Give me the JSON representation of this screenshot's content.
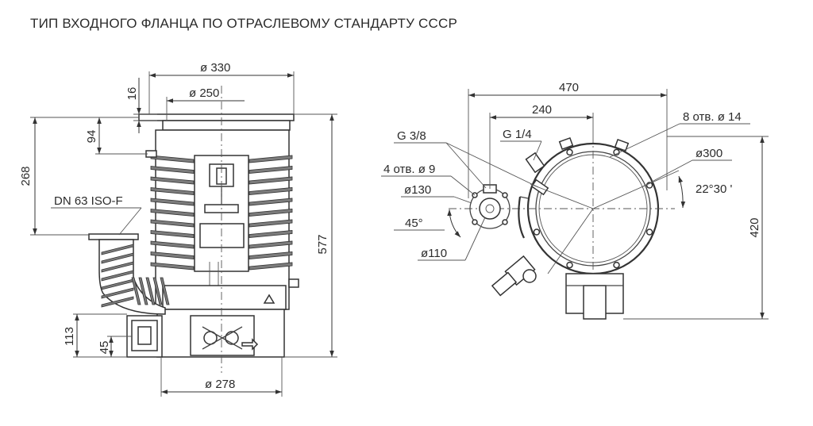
{
  "title": "ТИП ВХОДНОГО ФЛАНЦА ПО ОТРАСЛЕВОМУ СТАНДАРТУ СССР",
  "dimensions": {
    "d330": "ø 330",
    "d250": "ø 250",
    "h16": "16",
    "h94": "94",
    "h268": "268",
    "flange_dn": "DN 63 ISO-F",
    "h577": "577",
    "h113": "113",
    "h45": "45",
    "d278": "ø 278",
    "w470": "470",
    "w240": "240",
    "g38": "G 3/8",
    "g14": "G 1/4",
    "holes8": "8 отв. ø 14",
    "d300": "ø300",
    "holes4": "4 отв. ø 9",
    "d130": "ø130",
    "angle2230": "22°30 '",
    "angle45": "45°",
    "d110": "ø110",
    "h420": "420"
  },
  "colors": {
    "line": "#444444",
    "coil": "#7c7c7c",
    "text": "#2b2b2b"
  }
}
